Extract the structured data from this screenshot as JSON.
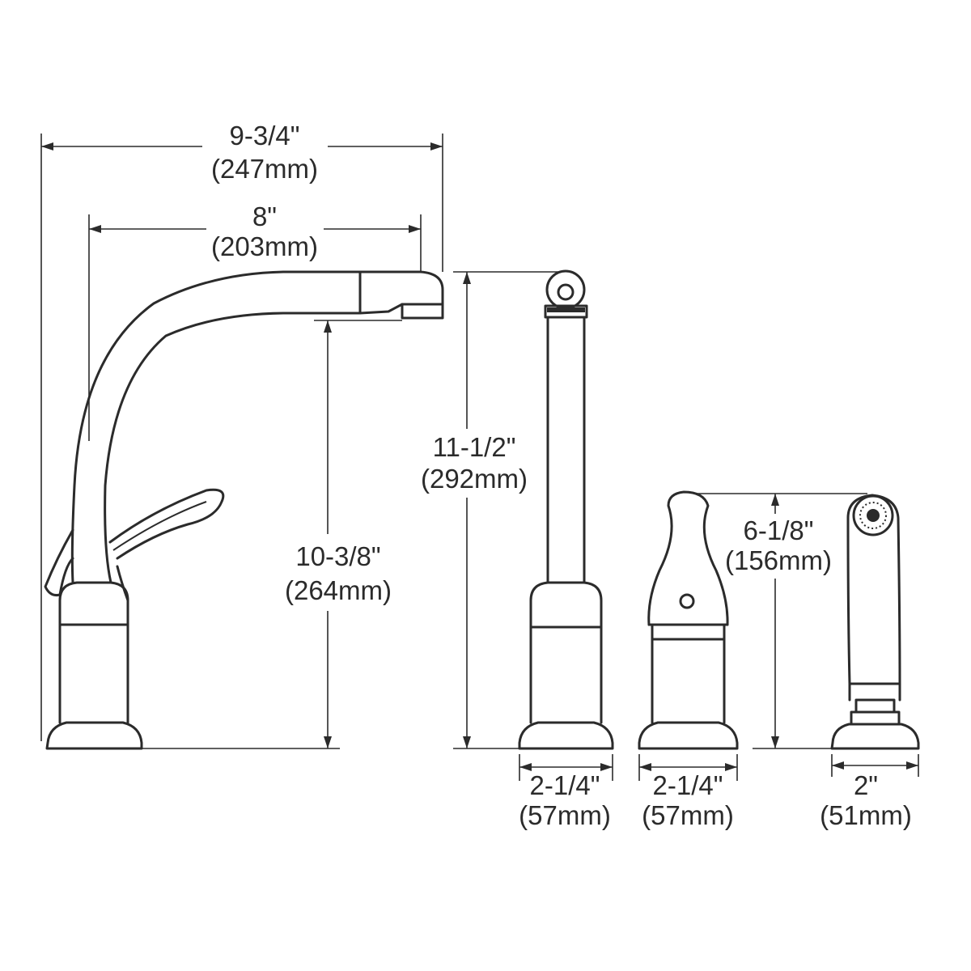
{
  "dimensions": {
    "overall_width": {
      "imperial": "9-3/4\"",
      "metric": "(247mm)"
    },
    "spout_reach": {
      "imperial": "8\"",
      "metric": "(203mm)"
    },
    "spout_clearance": {
      "imperial": "10-3/8\"",
      "metric": "(264mm)"
    },
    "handle_height": {
      "imperial": "11-1/2\"",
      "metric": "(292mm)"
    },
    "handle_base": {
      "imperial": "2-1/4\"",
      "metric": "(57mm)"
    },
    "side_handle_base": {
      "imperial": "2-1/4\"",
      "metric": "(57mm)"
    },
    "side_handle_height": {
      "imperial": "6-1/8\"",
      "metric": "(156mm)"
    },
    "spray_base": {
      "imperial": "2\"",
      "metric": "(51mm)"
    }
  }
}
